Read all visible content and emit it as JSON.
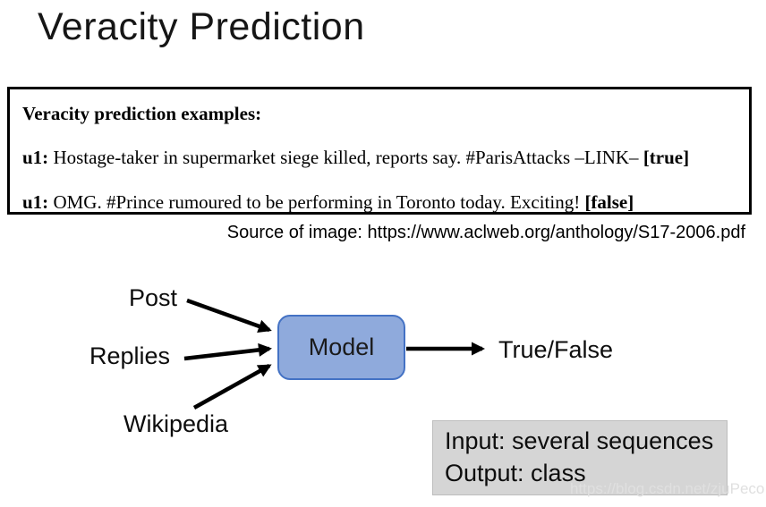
{
  "title": "Veracity Prediction",
  "examples_box": {
    "heading": "Veracity prediction examples:",
    "items": [
      {
        "prefix": "u1:",
        "text": " Hostage-taker in supermarket siege killed, reports say. #ParisAttacks –LINK– ",
        "label": "[true]"
      },
      {
        "prefix": "u1:",
        "text": " OMG. #Prince rumoured to be performing in Toronto today. Exciting! ",
        "label": "[false]"
      }
    ]
  },
  "source_line": "Source of image: https://www.aclweb.org/anthology/S17-2006.pdf",
  "diagram": {
    "inputs": [
      "Post",
      "Replies",
      "Wikipedia"
    ],
    "model_label": "Model",
    "output_label": "True/False",
    "model_fill": "#8FAADC",
    "model_border": "#4472C4",
    "arrow_color": "#000000"
  },
  "info_box": {
    "lines": [
      "Input: several sequences",
      "Output: class"
    ],
    "background": "#D5D5D5"
  },
  "watermark": "https://blog.csdn.net/zjuPeco"
}
